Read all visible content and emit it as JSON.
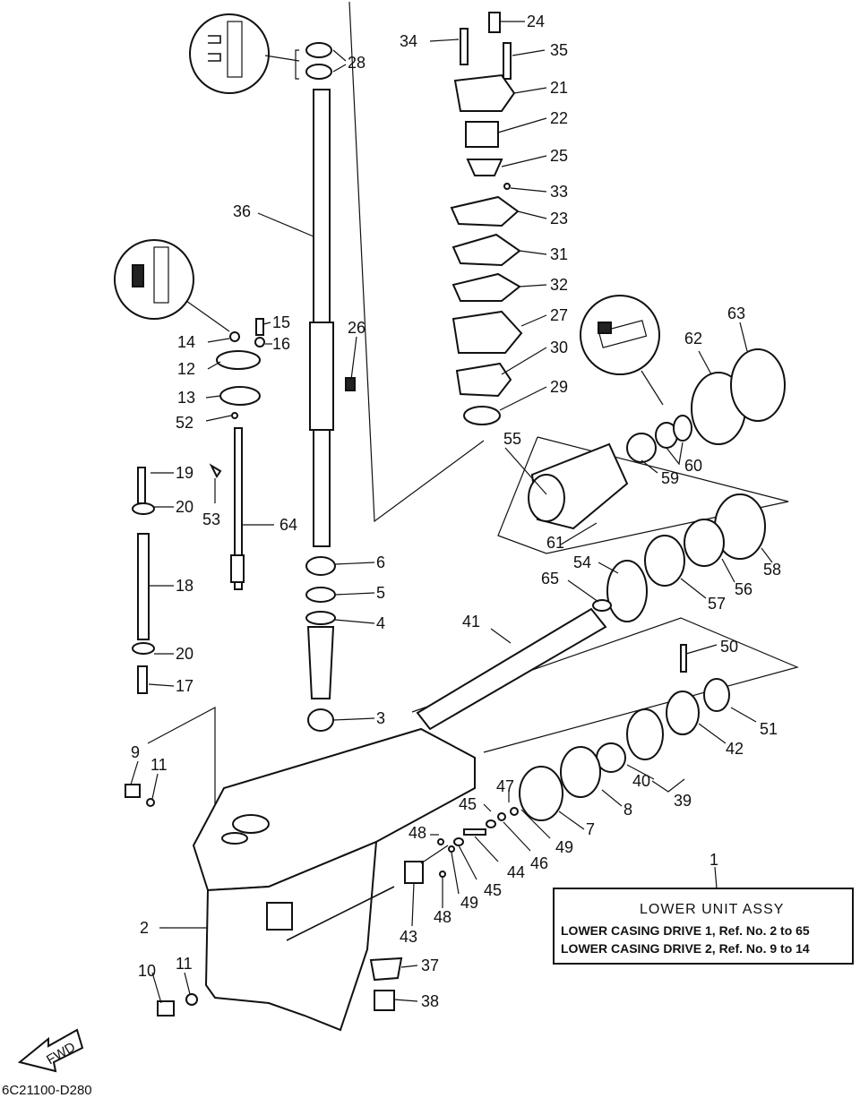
{
  "diagram_code": "6C21100-D280",
  "fwd_label": "FWD",
  "legend": {
    "ref": "1",
    "title": "LOWER UNIT ASSY",
    "line1": "LOWER CASING DRIVE 1, Ref. No. 2 to 65",
    "line2": "LOWER CASING DRIVE 2, Ref. No. 9 to 14"
  },
  "callouts": {
    "c2": "2",
    "c3": "3",
    "c4": "4",
    "c5": "5",
    "c6": "6",
    "c7": "7",
    "c8": "8",
    "c9": "9",
    "c10": "10",
    "c11a": "11",
    "c11b": "11",
    "c12": "12",
    "c13": "13",
    "c14": "14",
    "c15": "15",
    "c16": "16",
    "c17": "17",
    "c18": "18",
    "c19": "19",
    "c20a": "20",
    "c20b": "20",
    "c21": "21",
    "c22": "22",
    "c23": "23",
    "c24": "24",
    "c25": "25",
    "c26": "26",
    "c27": "27",
    "c28": "28",
    "c29": "29",
    "c30": "30",
    "c31": "31",
    "c32": "32",
    "c33": "33",
    "c34": "34",
    "c35": "35",
    "c36": "36",
    "c37": "37",
    "c38": "38",
    "c39": "39",
    "c40": "40",
    "c41": "41",
    "c42": "42",
    "c43": "43",
    "c44": "44",
    "c45a": "45",
    "c45b": "45",
    "c46": "46",
    "c47": "47",
    "c48a": "48",
    "c48b": "48",
    "c49a": "49",
    "c49b": "49",
    "c50": "50",
    "c51": "51",
    "c52": "52",
    "c53": "53",
    "c54": "54",
    "c55": "55",
    "c56": "56",
    "c57": "57",
    "c58": "58",
    "c59": "59",
    "c60": "60",
    "c61": "61",
    "c62": "62",
    "c63": "63",
    "c64": "64",
    "c65": "65"
  }
}
